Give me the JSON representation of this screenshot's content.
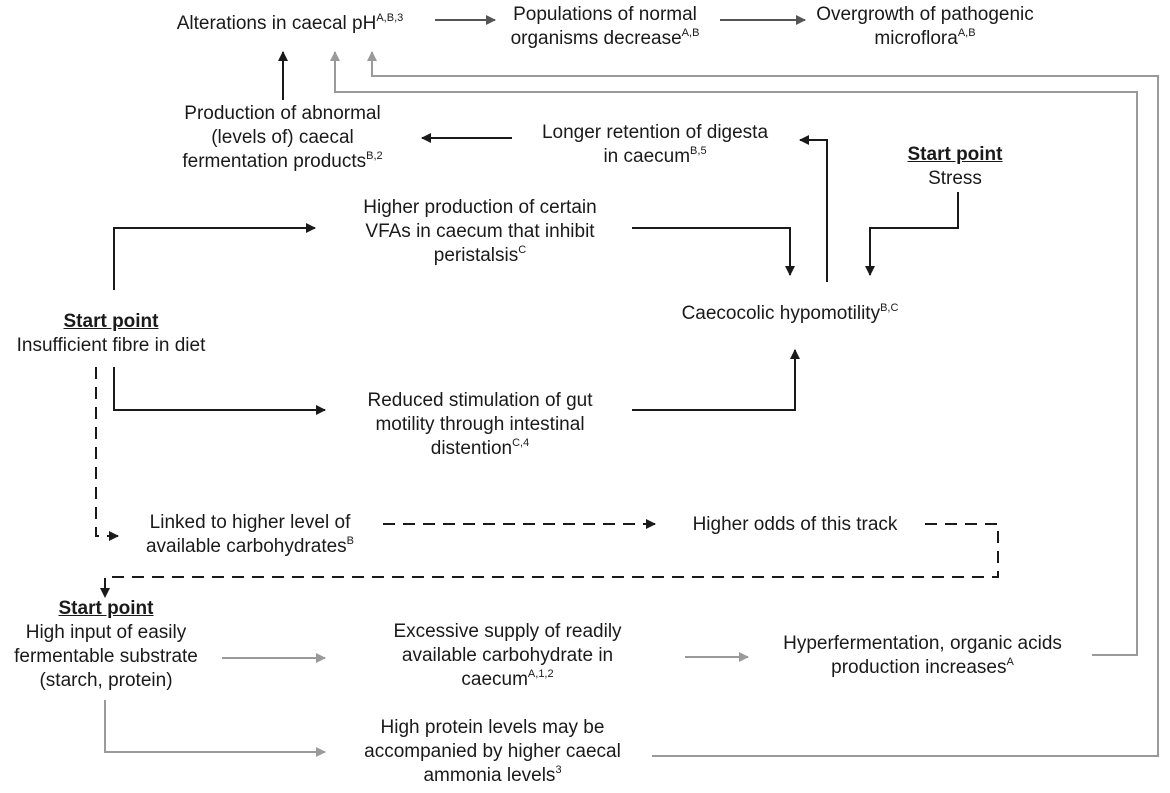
{
  "nodes": {
    "caecal_ph": {
      "lines": [
        {
          "text": "Alterations in caecal pH",
          "sup": "A,B,3"
        }
      ]
    },
    "normal_decrease": {
      "lines": [
        {
          "text": "Populations of normal",
          "sup": ""
        },
        {
          "text": "organisms decrease",
          "sup": "A,B"
        }
      ]
    },
    "pathogenic": {
      "lines": [
        {
          "text": "Overgrowth of pathogenic",
          "sup": ""
        },
        {
          "text": "microflora",
          "sup": "A,B"
        }
      ]
    },
    "abnormal_products": {
      "lines": [
        {
          "text": "Production of abnormal",
          "sup": ""
        },
        {
          "text": "(levels of) caecal",
          "sup": ""
        },
        {
          "text": "fermentation products",
          "sup": "B,2"
        }
      ]
    },
    "retention": {
      "lines": [
        {
          "text": "Longer retention of digesta",
          "sup": ""
        },
        {
          "text": "in caecum",
          "sup": "B,5"
        }
      ]
    },
    "stress": {
      "start_label": "Start point",
      "lines": [
        {
          "text": "Stress",
          "sup": ""
        }
      ]
    },
    "vfa": {
      "lines": [
        {
          "text": "Higher production of certain",
          "sup": ""
        },
        {
          "text": "VFAs in caecum that inhibit",
          "sup": ""
        },
        {
          "text": "peristalsis",
          "sup": "C"
        }
      ]
    },
    "hypomotility": {
      "lines": [
        {
          "text": "Caecocolic hypomotility",
          "sup": "B,C"
        }
      ]
    },
    "fibre": {
      "start_label": "Start point",
      "lines": [
        {
          "text": "Insufficient fibre in diet",
          "sup": ""
        }
      ]
    },
    "reduced_stim": {
      "lines": [
        {
          "text": "Reduced stimulation of gut",
          "sup": ""
        },
        {
          "text": "motility through intestinal",
          "sup": ""
        },
        {
          "text": "distention",
          "sup": "C,4"
        }
      ]
    },
    "carbs_linked": {
      "lines": [
        {
          "text": "Linked to higher level of",
          "sup": ""
        },
        {
          "text": "available carbohydrates",
          "sup": "B"
        }
      ]
    },
    "higher_odds": {
      "lines": [
        {
          "text": "Higher odds of this track",
          "sup": ""
        }
      ]
    },
    "high_input": {
      "start_label": "Start point",
      "lines": [
        {
          "text": "High input of easily",
          "sup": ""
        },
        {
          "text": "fermentable substrate",
          "sup": ""
        },
        {
          "text": "(starch, protein)",
          "sup": ""
        }
      ]
    },
    "excess_supply": {
      "lines": [
        {
          "text": "Excessive supply of readily",
          "sup": ""
        },
        {
          "text": "available carbohydrate in",
          "sup": ""
        },
        {
          "text": "caecum",
          "sup": "A,1,2"
        }
      ]
    },
    "hyperferm": {
      "lines": [
        {
          "text": "Hyperfermentation, organic acids",
          "sup": ""
        },
        {
          "text": "production increases",
          "sup": "A"
        }
      ]
    },
    "protein": {
      "lines": [
        {
          "text": "High protein levels may be",
          "sup": ""
        },
        {
          "text": "accompanied by higher caecal",
          "sup": ""
        },
        {
          "text": "ammonia levels",
          "sup": "3"
        }
      ]
    }
  },
  "colors": {
    "black_path": "#1a1a1a",
    "gray_path": "#9a9a9a",
    "dark_gray_arrow": "#555555"
  }
}
